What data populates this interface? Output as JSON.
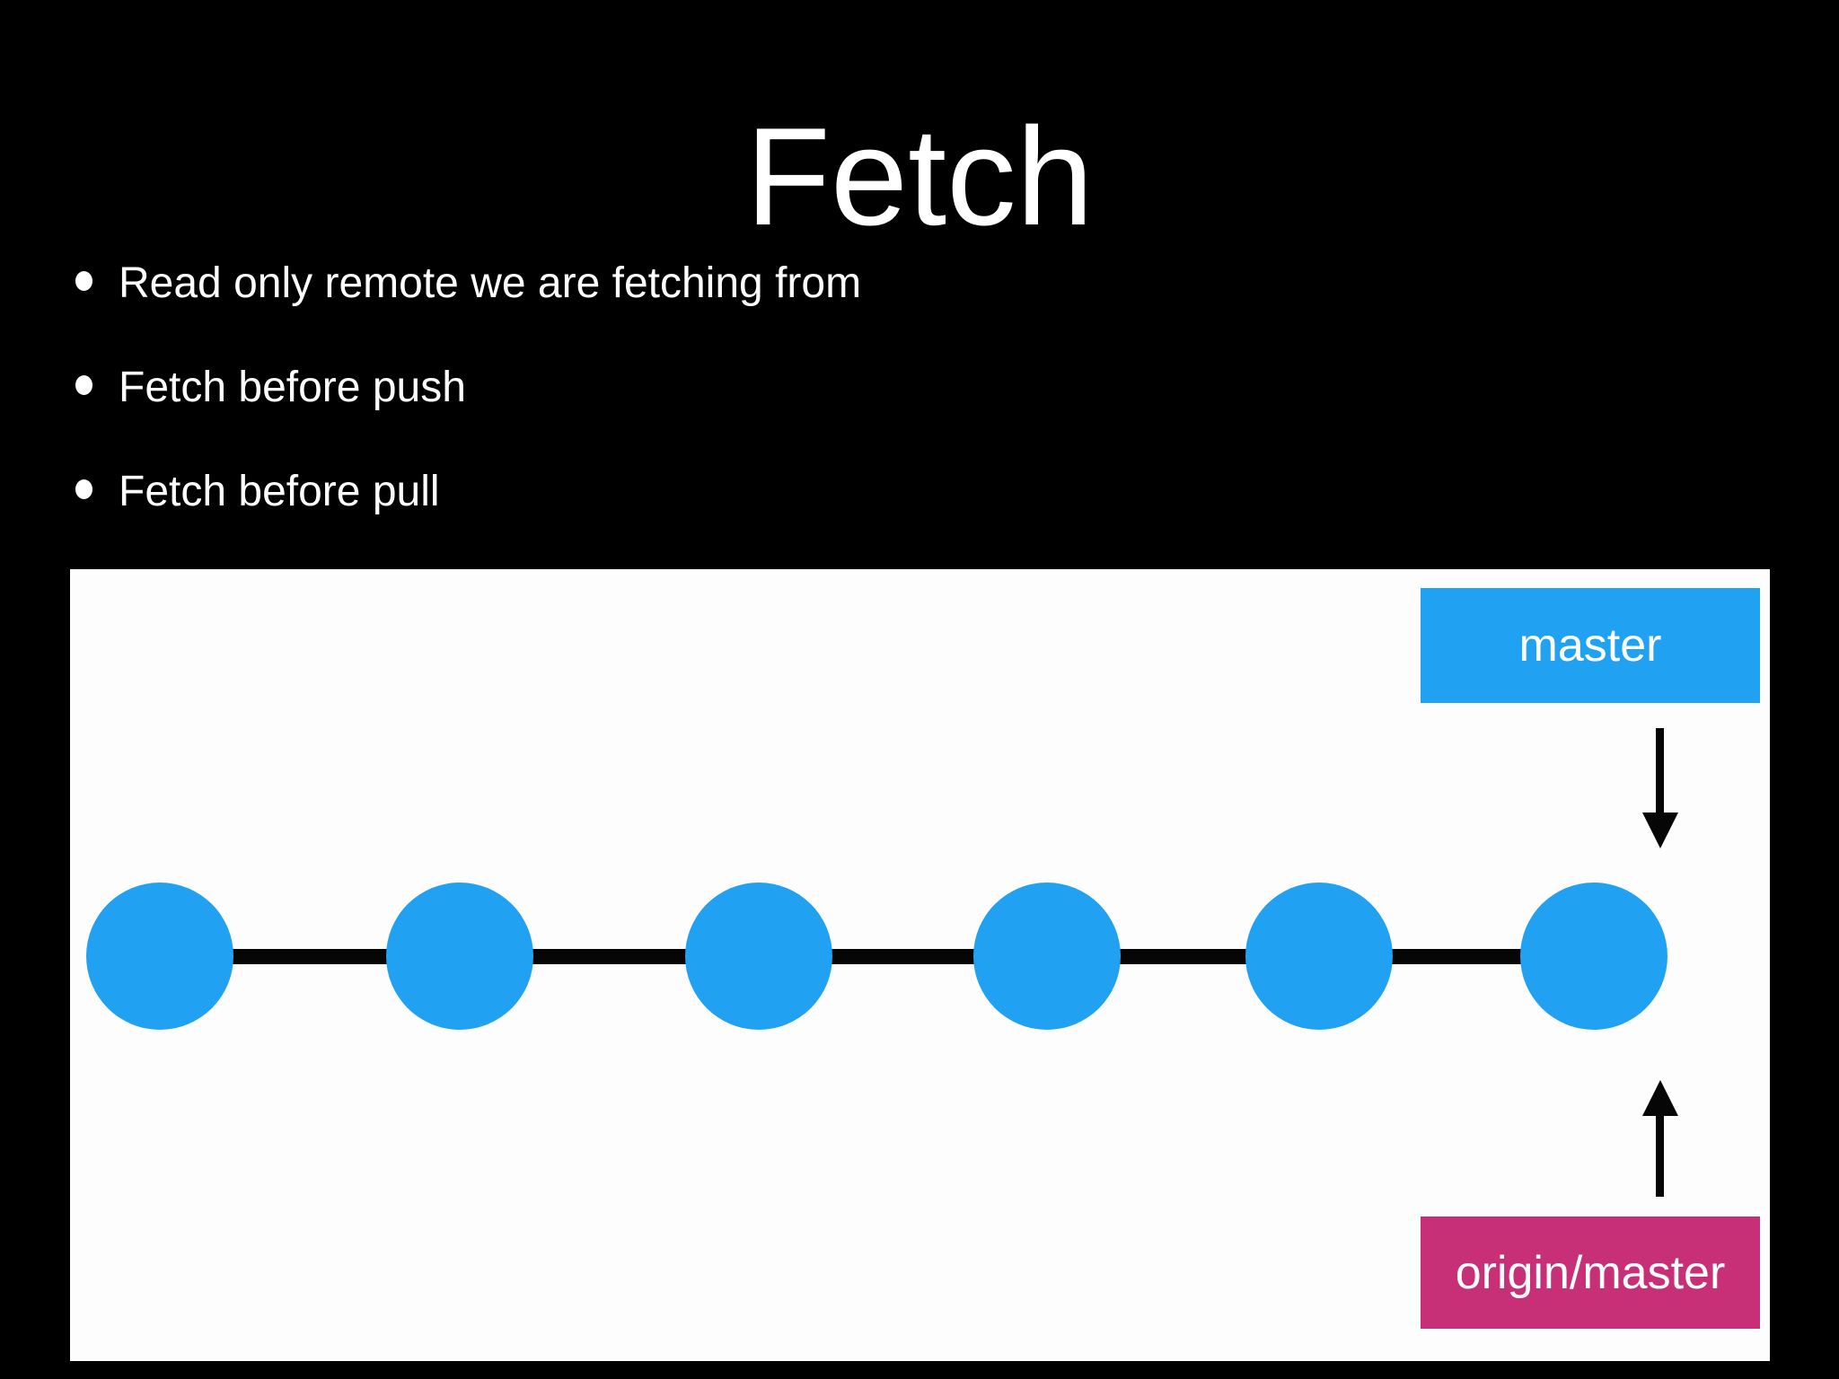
{
  "slide": {
    "title": "Fetch",
    "bullets": [
      "Read only remote we are fetching from",
      "Fetch before push",
      "Fetch before pull"
    ]
  },
  "diagram": {
    "master_label": "master",
    "origin_label": "origin/master",
    "commit_count": 6,
    "commit_centers_x": [
      100,
      434,
      767,
      1088,
      1391,
      1697
    ],
    "commit_radius": 82,
    "colors": {
      "slide_bg": "#000000",
      "canvas_bg": "#FDFDFD",
      "text_white": "#FFFFFF",
      "commit_blue": "#21A1F1",
      "label_blue": "#21A1F1",
      "label_pink": "#C73077",
      "line_black": "#060606"
    }
  }
}
